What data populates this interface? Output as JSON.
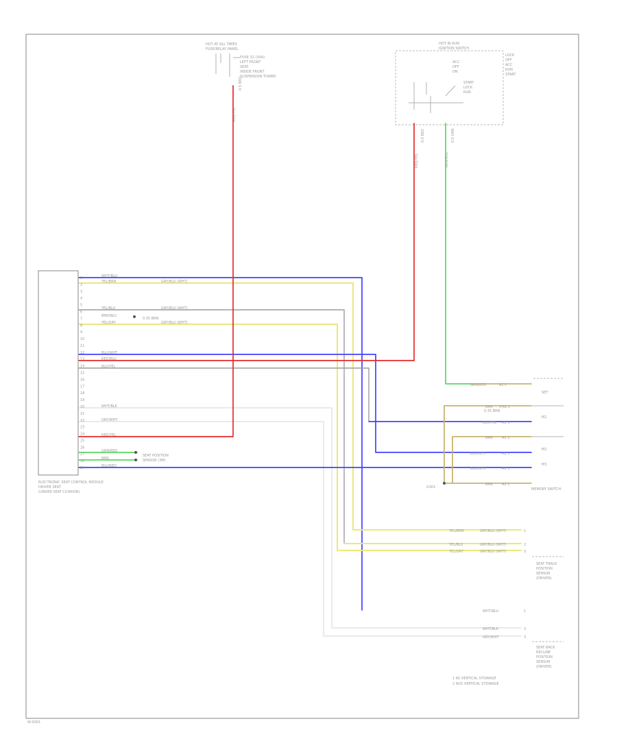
{
  "figure_code": "W-0001",
  "modules": {
    "ecu": {
      "name": "ELECTRONIC SEAT CONTROL MODULE",
      "location": "DRIVER SEAT",
      "note": "(UNDER SEAT CUSHION)"
    },
    "fuse_panel": {
      "title": "HOT AT ALL TIMES",
      "name": "FUSE/RELAY PANEL",
      "details": [
        "FUSE 32 (30A)",
        "LEFT FRONT",
        "SEAT",
        "INSIDE FRONT",
        "SUSPENSION TOWER"
      ]
    },
    "ignition": {
      "title": "HOT IN RUN",
      "name": "IGNITION SWITCH",
      "details": [
        "LOCK",
        "OFF",
        "ACC",
        "RUN",
        "START"
      ],
      "labels": [
        "ACC",
        "OFF",
        "ON",
        "START",
        "LOCK",
        "RUN"
      ]
    }
  },
  "ecu_pins": [
    "1",
    "2",
    "3",
    "4",
    "5",
    "6",
    "7",
    "8",
    "9",
    "10",
    "11",
    "12",
    "13",
    "14",
    "15",
    "16",
    "17",
    "18",
    "19",
    "20",
    "21",
    "22",
    "23",
    "24",
    "25",
    "26",
    "27",
    "28",
    "29"
  ],
  "wire_labels": {
    "w1": "WHT/BLU",
    "w2": "YEL/BRN",
    "w2b": "GRY/BLU (WHT)",
    "w5": "YEL/BLU",
    "w5b": "GRY/BLU (WHT)",
    "w6": "BRN/BLU",
    "w6n": "0.35 BRN",
    "w7": "YEL/GRY",
    "w7b": "GRY/BLU (WHT)",
    "w11": "BLU/WHT",
    "w12": "RED/BLU",
    "w13": "BLU/YEL",
    "w18": "WHT/BLK",
    "w20": "GRY/WHT",
    "w22": "RED/YEL",
    "w24": "GRN/RED",
    "w25": "BRN",
    "w26": "BLU/RED",
    "w24b": "SEAT POSITION",
    "w25b": "SENSOR (3M)",
    "fuse_wire": "RED/YEL",
    "fuse_size": "0.5 RED",
    "ign_wire": "RED/YEL",
    "ign_wire2": "GRN/RED",
    "ign_size": "0.5 RED",
    "ign_size2": "0.5 GRN"
  },
  "memory_switch": {
    "name": "MEMORY SWITCH",
    "rows": [
      {
        "wire": "GRN/RED",
        "pin": "A1 C"
      },
      {
        "wire": "BRN",
        "pin": "3 A1 1"
      },
      {
        "wire": "BLU/YEL",
        "pin": "A1 1"
      },
      {
        "wire": "BRN",
        "pin": "A1 1"
      },
      {
        "wire": "BLU/WHT",
        "pin": "A1 1"
      },
      {
        "wire": "BLU/WHT",
        "pin": "A1 1"
      },
      {
        "wire": "BRN",
        "pin": "A1 1"
      }
    ],
    "side_labels": [
      "M1",
      "M2",
      "M3",
      "SET"
    ],
    "sub": "0.35 BRN"
  },
  "front_seat_sensor": {
    "name": [
      "SEAT TRACK",
      "POSITION",
      "SENSOR",
      "(DRIVER)"
    ],
    "rows": [
      {
        "wire": "YEL/BRN",
        "wire2": "GRY/BLU (WHT)",
        "pin": "1"
      },
      {
        "wire": "YEL/BLU",
        "wire2": "GRY/BLU (WHT)",
        "pin": "2"
      },
      {
        "wire": "YEL/GRY",
        "wire2": "GRY/BLU (WHT)",
        "pin": "3"
      }
    ]
  },
  "rear_seat_sensor": {
    "name": [
      "SEAT BACK",
      "RECLINE",
      "POSITION",
      "SENSOR",
      "(DRIVER)"
    ],
    "rows": [
      {
        "wire": "WHT/BLU",
        "pin": "1"
      },
      {
        "wire": "WHT/BLK",
        "pin": "2"
      },
      {
        "wire": "GRY/WHT",
        "pin": "3"
      }
    ]
  },
  "notes": [
    "1  W/ VERTICAL STOWAGE",
    "2  W/O VERTICAL STOWAGE"
  ],
  "ground_label": "G301",
  "colors": {
    "blue": "#4040ff",
    "yellow": "#e9e97a",
    "red": "#e62a2a",
    "green": "#5cd65c",
    "grey": "#9c9c9c",
    "olive": "#c8b46e"
  }
}
